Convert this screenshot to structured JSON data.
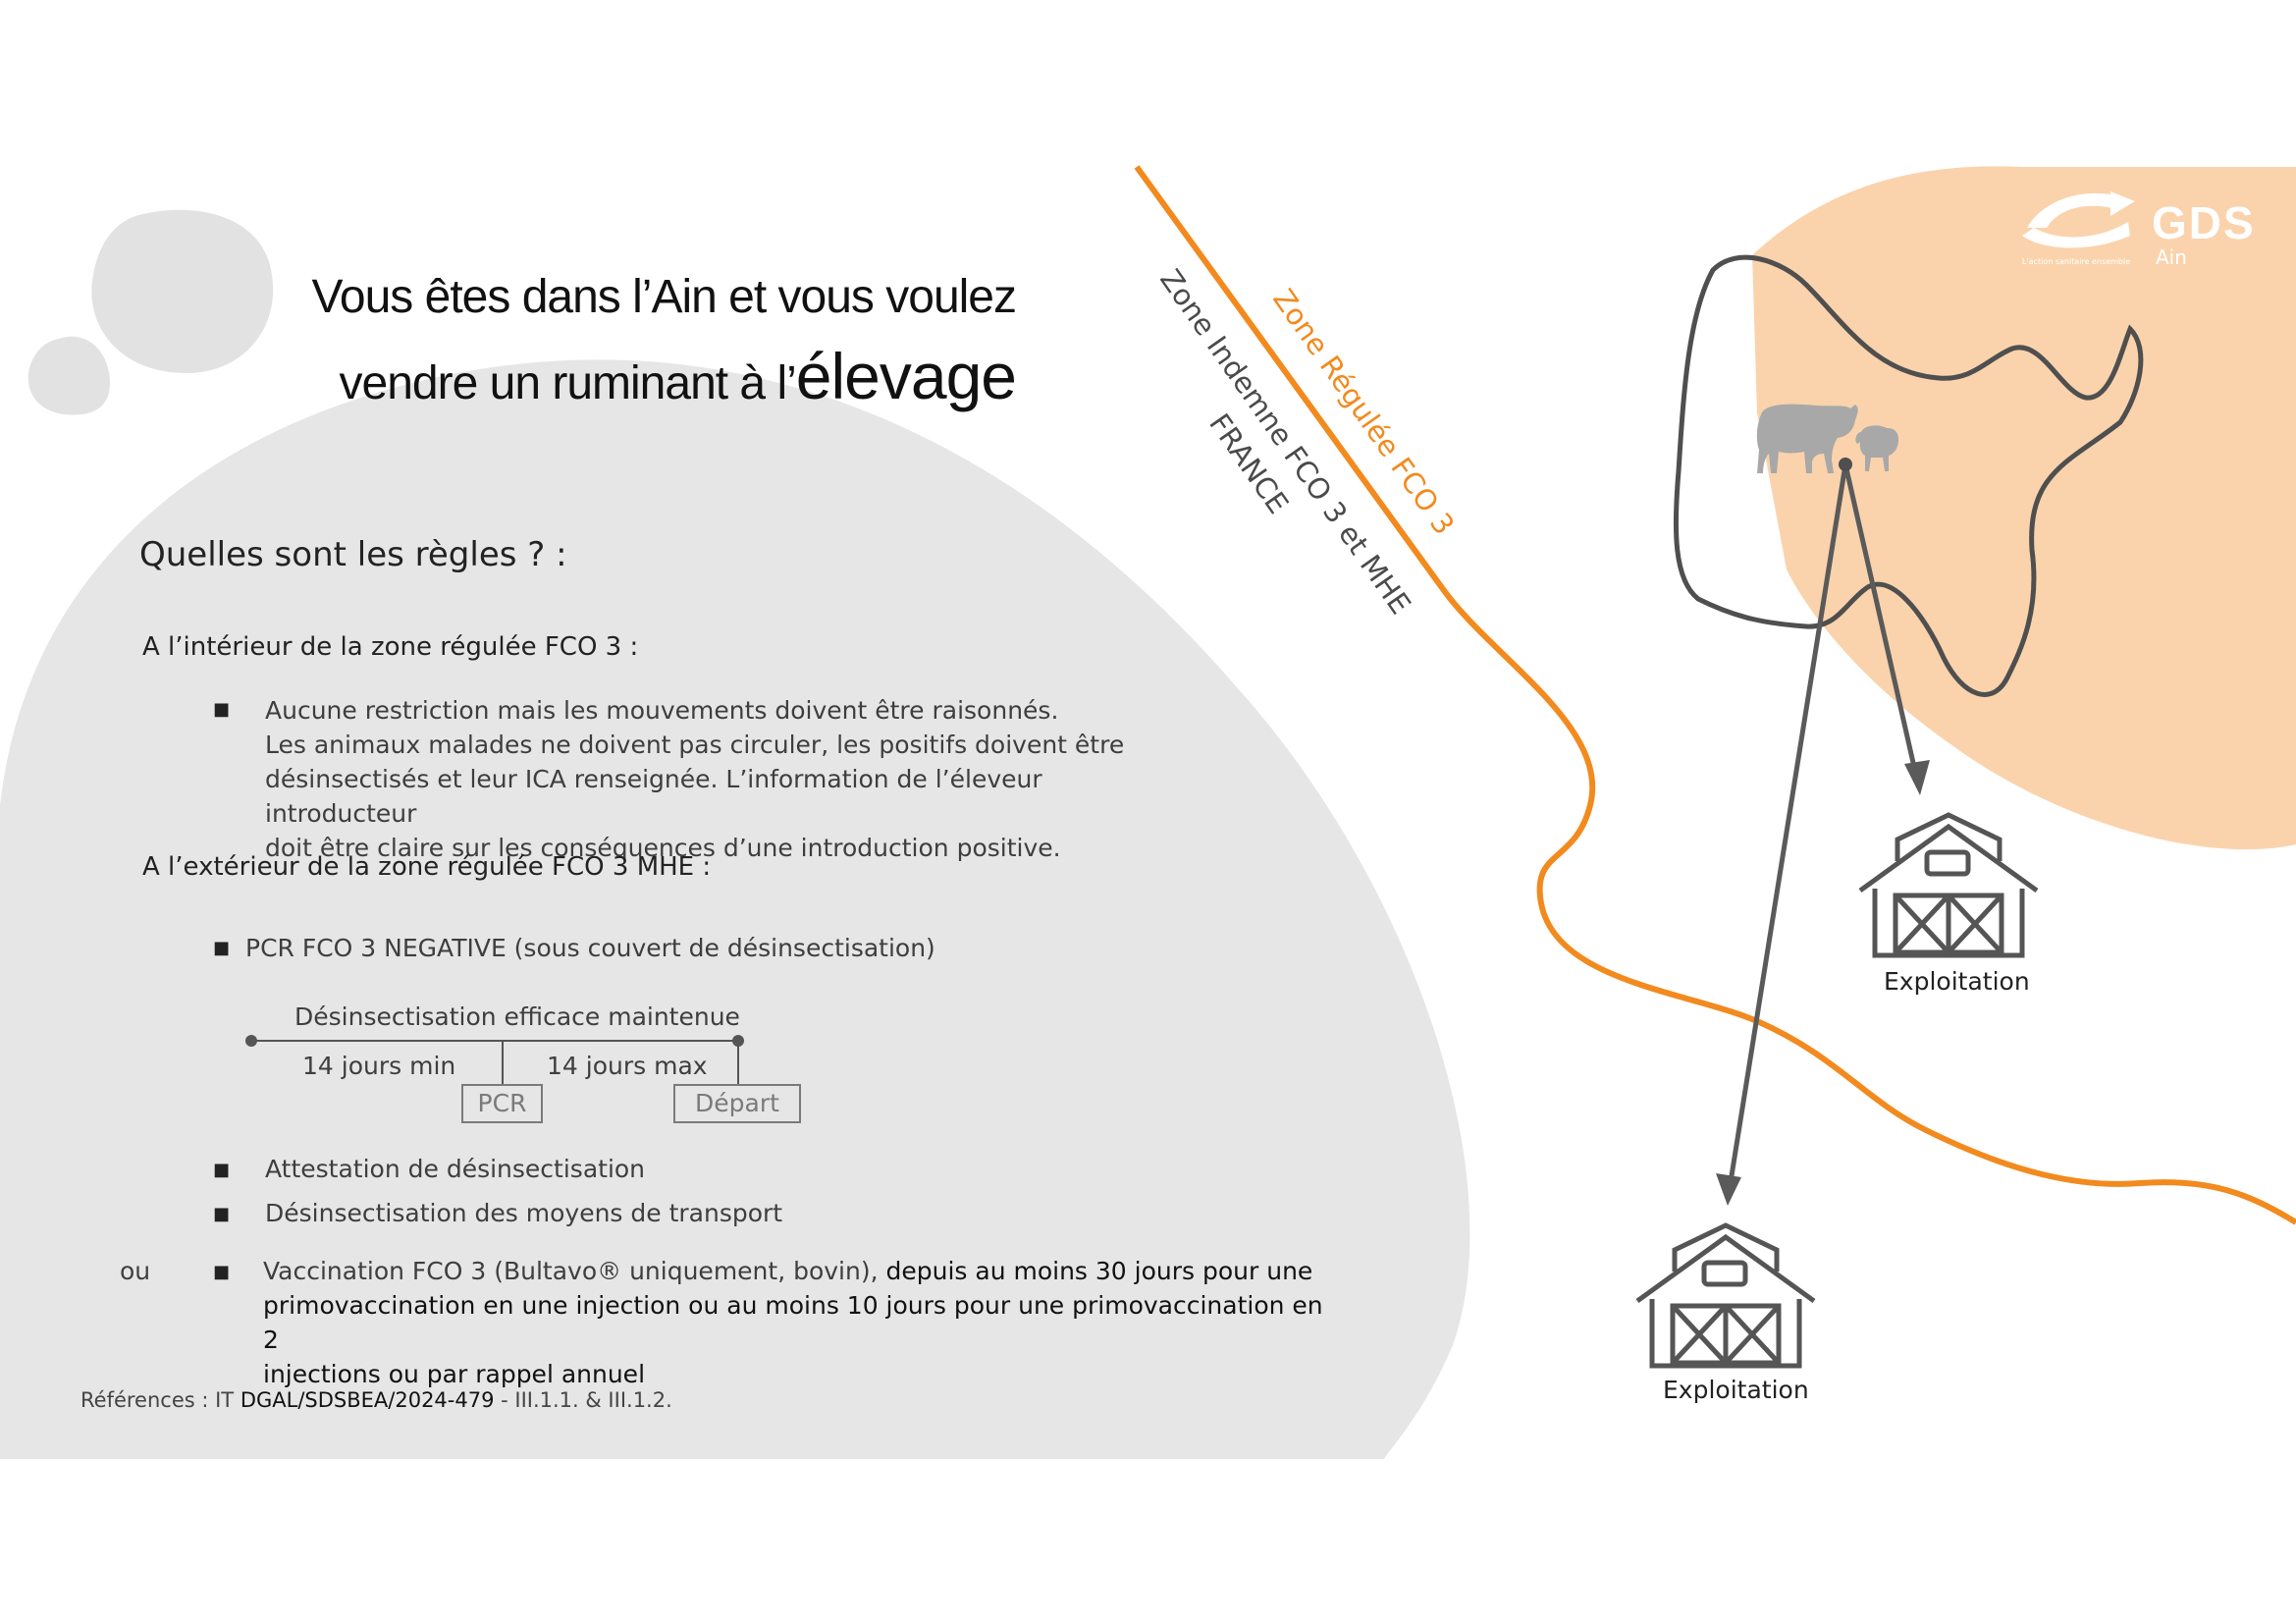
{
  "title": {
    "line1": "Vous êtes dans l’Ain et vous voulez",
    "line2_prefix": "vendre un ruminant à l’",
    "line2_emphasis": "élevage"
  },
  "question": "Quelles sont les règles ? :",
  "inside": {
    "heading": "A l’intérieur de la zone régulée FCO 3 :",
    "bullet_lines": [
      "Aucune restriction mais les mouvements doivent être raisonnés.",
      "Les animaux malades ne doivent pas circuler, les positifs doivent être",
      "désinsectisés et leur ICA renseignée. L’information de l’éleveur introducteur",
      "doit être claire sur les conséquences d’une introduction positive."
    ]
  },
  "outside": {
    "heading": "A l’extérieur de la zone régulée FCO 3 MHE :",
    "pcr_bullet": "PCR FCO 3 NEGATIVE (sous couvert de désinsectisation)",
    "timeline": {
      "label": "Désinsectisation efficace maintenue",
      "left_span": "14 jours min",
      "right_span": "14 jours max",
      "box_pcr": "PCR",
      "box_depart": "Départ"
    },
    "bullet_attestation": "Attestation de désinsectisation",
    "bullet_transport": "Désinsectisation des moyens de transport",
    "or_label": "ou",
    "vaccination_line1_normal": "Vaccination FCO 3 (Bultavo® uniquement, bovin), ",
    "vaccination_line1_dark": "depuis au moins 30 jours pour une",
    "vaccination_line2": "primovaccination en une injection ou au moins 10 jours pour une primovaccination en 2",
    "vaccination_line3": "injections ou par rappel annuel"
  },
  "references": {
    "prefix": "Références : IT ",
    "code": "DGAL/SDSBEA/2024-479",
    "suffix": " - III.1.1. & III.1.2."
  },
  "map": {
    "zone_regulated_label": "Zone Régulée FCO 3",
    "zone_free_line1": "Zone Indemne FCO 3 et MHE",
    "zone_free_line2": "FRANCE",
    "farm_label_1": "Exploitation",
    "farm_label_2": "Exploitation"
  },
  "logo": {
    "name": "GDS",
    "region": "Ain",
    "tagline": "L'action sanitaire ensemble"
  },
  "colors": {
    "orange": "#F28A1E",
    "peach": "#FAD3AC",
    "grey_blob": "#E6E6E6",
    "arrow_grey": "#5a5a5a",
    "animal_grey": "#A8A8A8"
  }
}
